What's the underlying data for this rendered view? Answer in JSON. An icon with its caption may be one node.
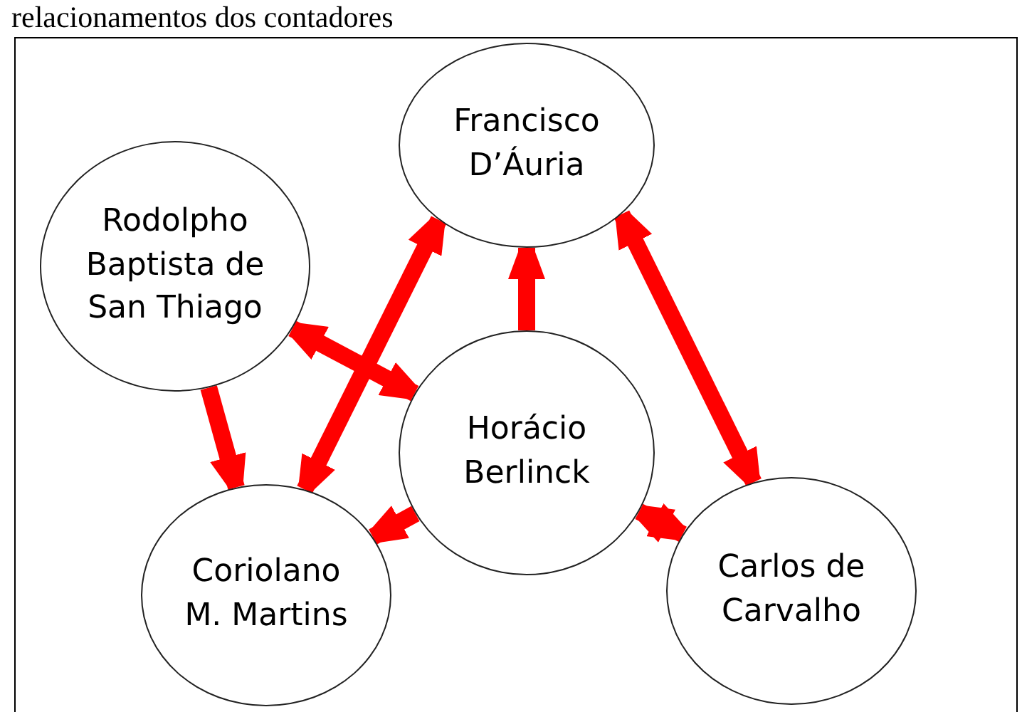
{
  "diagram": {
    "title": "relacionamentos dos contadores",
    "nodes": [
      {
        "text": [
          "Francisco D’Áuria"
        ]
      },
      {
        "text": [
          "Rodolpho Baptista de San Thiago"
        ]
      },
      {
        "text": [
          "Horácio Berlinck"
        ]
      },
      {
        "text": [
          "Coriolano M. Martins"
        ]
      },
      {
        "text": [
          "Carlos de Carvalho"
        ]
      }
    ],
    "edges": [
      {
        "from": 2,
        "to": 0,
        "arrow": "to"
      },
      {
        "from": 1,
        "to": 2,
        "arrow": "both"
      },
      {
        "from": 3,
        "to": 0,
        "arrow": "both"
      },
      {
        "from": 1,
        "to": 3,
        "arrow": "to"
      },
      {
        "from": 2,
        "to": 3,
        "arrow": "to"
      },
      {
        "from": 0,
        "to": 4,
        "arrow": "both"
      },
      {
        "from": 2,
        "to": 4,
        "arrow": "both"
      }
    ]
  }
}
